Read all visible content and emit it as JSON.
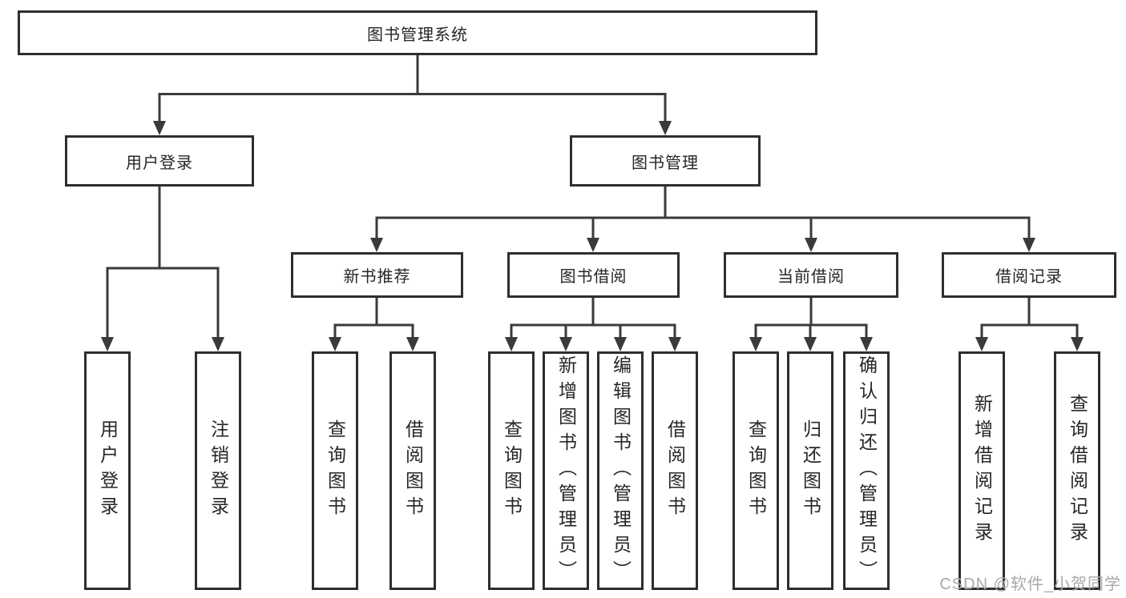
{
  "diagram": {
    "title": "图书管理系统",
    "root": {
      "label": "图书管理系统"
    },
    "branches": [
      {
        "label": "用户登录",
        "leaves": [
          "用户登录",
          "注销登录"
        ]
      },
      {
        "label": "图书管理",
        "children": [
          {
            "label": "新书推荐",
            "leaves": [
              "查询图书",
              "借阅图书"
            ]
          },
          {
            "label": "图书借阅",
            "leaves": [
              "查询图书",
              "新增图书（管理员）",
              "编辑图书（管理员）",
              "借阅图书"
            ]
          },
          {
            "label": "当前借阅",
            "leaves": [
              "查询图书",
              "归还图书",
              "确认归还（管理员）"
            ]
          },
          {
            "label": "借阅记录",
            "leaves": [
              "新增借阅记录",
              "查询借阅记录"
            ]
          }
        ]
      }
    ]
  },
  "watermark": {
    "text": "CSDN @软件_小贺同学"
  },
  "colors": {
    "background": "#ffffff",
    "line": "#3a3a3a",
    "box_border": "#2e2e2e",
    "text": "#262626",
    "watermark": "#a9a9a9"
  }
}
